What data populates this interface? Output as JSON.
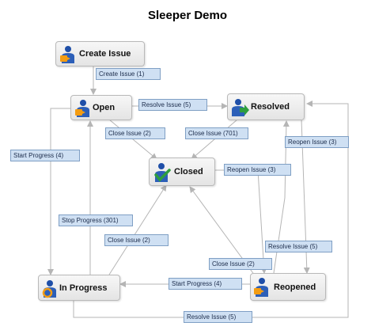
{
  "title": "Sleeper Demo",
  "nodes": {
    "create_issue": "Create Issue",
    "open": "Open",
    "resolved": "Resolved",
    "closed": "Closed",
    "in_progress": "In Progress",
    "reopened": "Reopened"
  },
  "transitions": {
    "create_issue_1": "Create Issue (1)",
    "resolve_issue_5_top": "Resolve Issue (5)",
    "close_issue_2_open": "Close Issue (2)",
    "close_issue_701": "Close Issue (701)",
    "reopen_issue_3_right": "Reopen Issue (3)",
    "reopen_issue_3_closed": "Reopen Issue (3)",
    "start_progress_4_left": "Start Progress (4)",
    "stop_progress_301": "Stop Progress (301)",
    "close_issue_2_inprogress": "Close Issue (2)",
    "resolve_issue_5_reopened": "Resolve Issue (5)",
    "close_issue_2_reopened": "Close Issue (2)",
    "start_progress_4_bottom": "Start Progress (4)",
    "resolve_issue_5_bottom": "Resolve Issue (5)"
  },
  "colors": {
    "edge": "#b5b5b5",
    "label_fill": "#cfe0f3",
    "label_border": "#7f9fc4",
    "person_head": "#1f4fa8",
    "person_body": "#2c5fb8",
    "accent_orange": "#f39c12",
    "accent_green": "#2e9e3e"
  }
}
